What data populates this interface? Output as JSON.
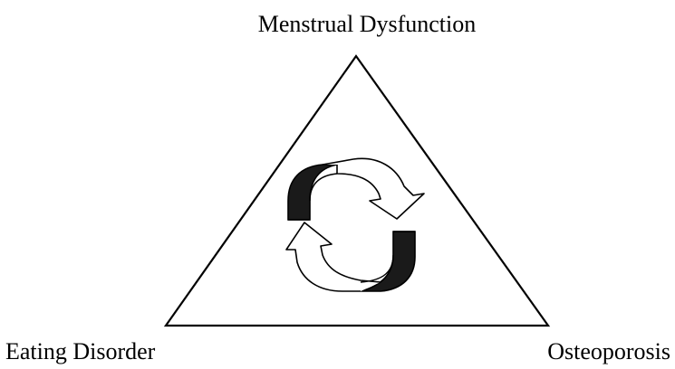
{
  "diagram": {
    "vertices": {
      "top": "Menstrual Dysfunction",
      "left": "Eating Disorder",
      "right": "Osteoporosis"
    },
    "colors": {
      "line": "#000000",
      "arrow_fill": "#ffffff",
      "arrow_shade": "#1a1a1a",
      "background": "#ffffff"
    },
    "center_icon": "cycle-arrows-icon"
  }
}
